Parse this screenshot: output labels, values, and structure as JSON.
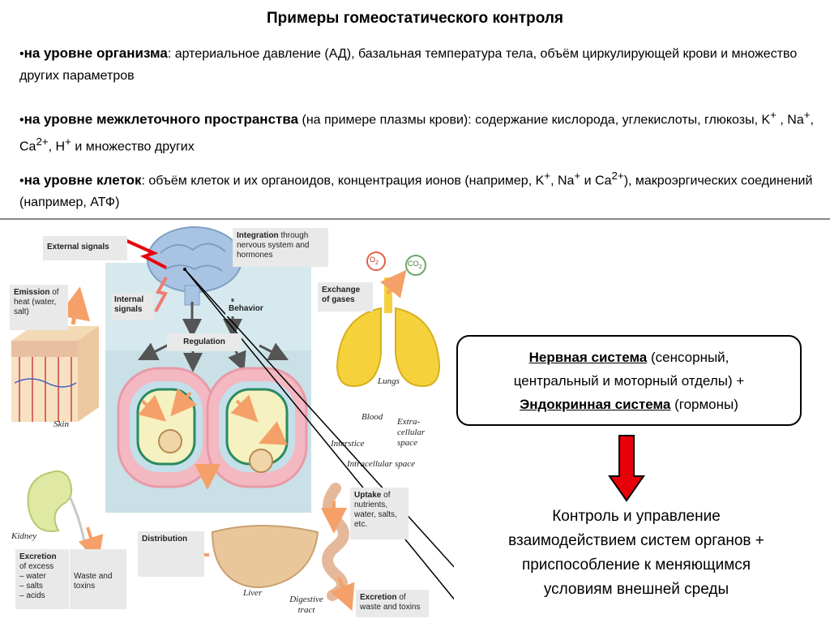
{
  "title": "Примеры гомеостатического контроля",
  "levels": [
    {
      "bullet": "•",
      "heading": "на уровне организма",
      "text": ": артериальное давление (АД), базальная температура тела, объём циркулирующей крови и множество других параметров"
    },
    {
      "bullet": "•",
      "heading": "на уровне межклеточного пространства",
      "text_a": " (на примере плазмы крови): содержание кислорода, углекислоты, глюкозы, K",
      "sup_k": "+",
      "text_b": " , Na",
      "sup_na": "+",
      "text_c": ", Ca",
      "sup_ca": "2+",
      "text_d": ", H",
      "sup_h": "+",
      "text_e": " и множество других"
    },
    {
      "bullet": "•",
      "heading": "на уровне клеток",
      "text_a": ": объём клеток и их органоидов, концентрация ионов (например, K",
      "sup_k": "+",
      "text_b": ", Na",
      "sup_na": "+",
      "text_c": " и Ca",
      "sup_ca": "2+",
      "text_d": "), макроэргических соединений (например, АТФ)"
    }
  ],
  "diagram": {
    "external_signals": "External signals",
    "integration_bold": "Integration",
    "integration_rest": " through nervous system and hormones",
    "internal_signals": "Internal signals",
    "behavior": "Behavior",
    "regulation": "Regulation",
    "emission_bold": "Emission",
    "emission_rest": " of heat (water, salt)",
    "skin": "Skin",
    "exchange_gases": "Exchange of gases",
    "o2": "O",
    "o2_sub": "2",
    "co2": "CO",
    "co2_sub": "2",
    "lungs": "Lungs",
    "blood": "Blood",
    "interstice": "Interstice",
    "extracellular": "Extra-cellular space",
    "intracellular": "Intracellular space",
    "uptake_bold": "Uptake",
    "uptake_rest": " of nutrients, water, salts, etc.",
    "kidney": "Kidney",
    "excretion_bold": "Excretion",
    "excretion_rest": " of excess",
    "excretion_items": [
      "– water",
      "– salts",
      "– acids"
    ],
    "waste_toxins": "Waste and toxins",
    "distribution": "Distribution",
    "liver": "Liver",
    "digestive": "Digestive tract",
    "excretion2_bold": "Excretion",
    "excretion2_rest": " of waste and toxins"
  },
  "systems_box": {
    "nervous": "Нервная система",
    "nervous_rest": " (сенсорный,",
    "line2": "центральный и моторный отделы) +",
    "endocrine": "Эндокринная система",
    "endocrine_rest": " (гормоны)"
  },
  "control_text": [
    "Контроль и управление",
    "взаимодействием систем органов +",
    "приспособление к меняющимся",
    "условиям внешней среды"
  ],
  "colors": {
    "arrow_red": "#e8000b",
    "cell_pink": "#f4b8c2",
    "fluid_blue": "#cfe4ea",
    "orange_arrow": "#f5a068",
    "brain_blue": "#a9c4e2",
    "lung_yellow": "#f5d23c"
  }
}
